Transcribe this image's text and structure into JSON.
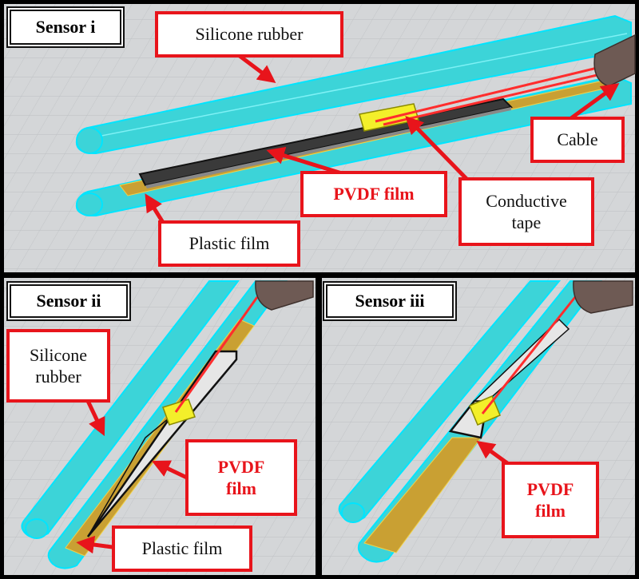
{
  "panels": [
    {
      "tag": "Sensor i",
      "labels": {
        "silicone": "Silicone rubber",
        "cable": "Cable",
        "pvdf": "PVDF film",
        "tape_1": "Conductive",
        "tape_2": "tape",
        "plastic": "Plastic film"
      }
    },
    {
      "tag": "Sensor ii",
      "labels": {
        "silicone_1": "Silicone",
        "silicone_2": "rubber",
        "pvdf_1": "PVDF",
        "pvdf_2": "film",
        "plastic": "Plastic film"
      }
    },
    {
      "tag": "Sensor iii",
      "labels": {
        "pvdf_1": "PVDF",
        "pvdf_2": "film"
      }
    }
  ],
  "colors": {
    "silicone": "#3cd4d8",
    "silicone_edge": "#00e5ff",
    "pvdf_film": "#3a3a3a",
    "plastic_film": "#c9a033",
    "conductive_tape": "#f3ef2a",
    "wire": "#ff2d2d",
    "cable": "#6e5a54",
    "label_border": "#e8141b",
    "background_grid": "#cfd1d3"
  }
}
